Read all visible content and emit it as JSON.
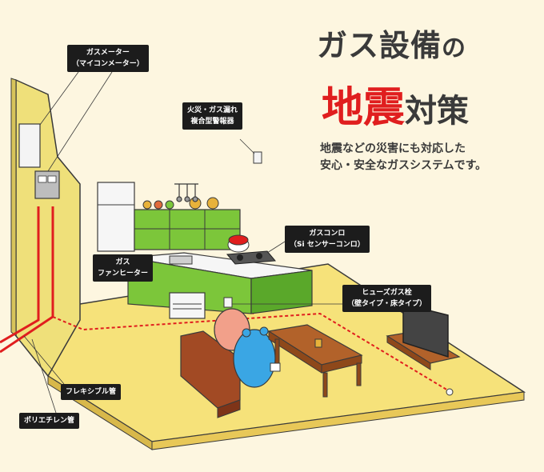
{
  "title": {
    "line1": "ガス設備",
    "line1_particle": "の",
    "line2_red": "地震",
    "line2_black": "対策"
  },
  "subtitle": {
    "line1": "地震などの災害にも対応した",
    "line2": "安心・安全なガスシステムです。"
  },
  "labels": {
    "gas_meter": {
      "line1": "ガスメーター",
      "line2": "（マイコンメーター）"
    },
    "alarm": {
      "line1": "火災・ガス漏れ",
      "line2": "複合型警報器"
    },
    "gas_stove": {
      "line1": "ガスコンロ",
      "line2": "（Si センサーコンロ）"
    },
    "fan_heater": {
      "line1": "ガス",
      "line2": "ファンヒーター"
    },
    "fuse_valve": {
      "line1": "ヒューズガス栓",
      "line2": "（壁タイプ・床タイプ）"
    },
    "flexible_pipe": {
      "line1": "フレキシブル管"
    },
    "polyethylene_pipe": {
      "line1": "ポリエチレン管"
    }
  },
  "colors": {
    "background": "#fdf6e0",
    "floor": "#f6e27a",
    "wall": "#efe07a",
    "pipe_red": "#e01e1e",
    "counter_green": "#7cc63a",
    "label_bg": "#1c1c1c",
    "sofa": "#a24a24",
    "table": "#b2622a",
    "character_blue": "#3aa6e4",
    "character_pink": "#f2a08a"
  }
}
